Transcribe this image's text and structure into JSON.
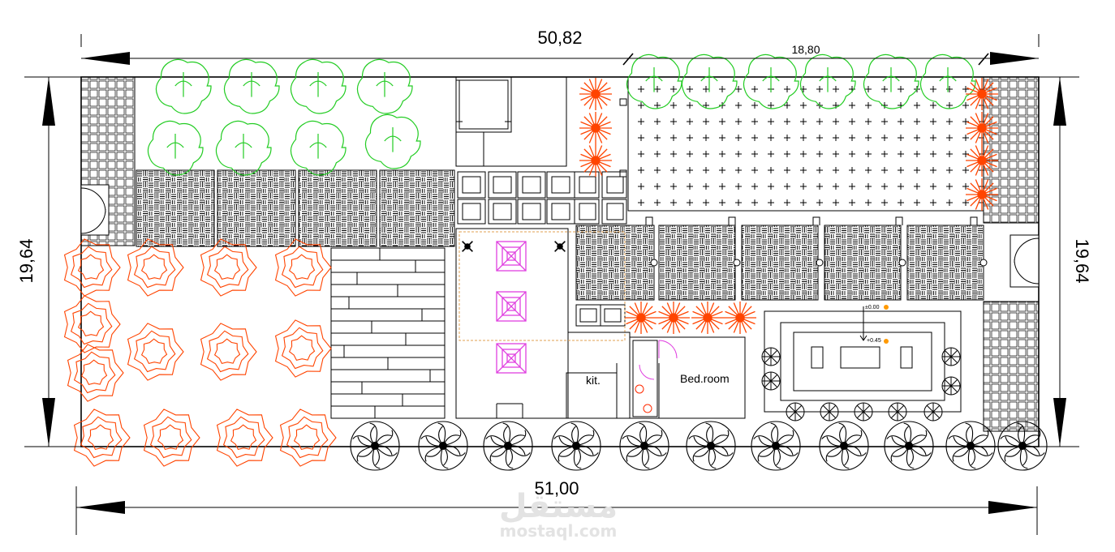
{
  "dimensions": {
    "top_total": "50,82",
    "top_partial": "18,80",
    "left_side": "19,64",
    "right_side": "19,64",
    "bottom_total": "51,00"
  },
  "rooms": {
    "kitchen": "kit.",
    "bedroom": "Bed.room"
  },
  "levels": {
    "ground": "±0.00",
    "raised": "+0.45"
  },
  "watermark": {
    "logo_text": "مستقل",
    "site": "mostaql.com"
  },
  "colors": {
    "tree_green": "#22cc22",
    "shrub_orange": "#ff4400",
    "furniture_magenta": "#e040e0",
    "linework": "#000000",
    "watermark_grey": "#e3e3e3"
  }
}
